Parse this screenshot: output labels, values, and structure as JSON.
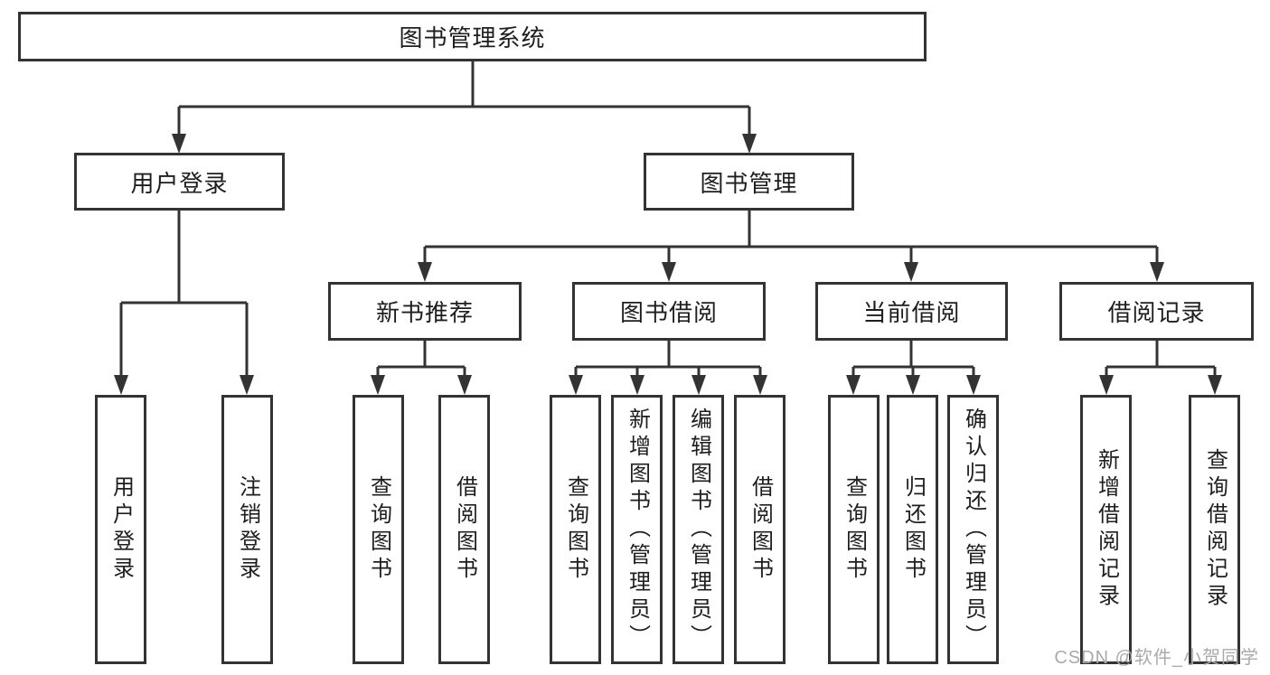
{
  "diagram": {
    "title": "图书管理系统",
    "root": {
      "label": "图书管理系统"
    },
    "level2": [
      {
        "label": "用户登录"
      },
      {
        "label": "图书管理"
      }
    ],
    "level3": [
      {
        "label": "新书推荐",
        "parent": "图书管理"
      },
      {
        "label": "图书借阅",
        "parent": "图书管理"
      },
      {
        "label": "当前借阅",
        "parent": "图书管理"
      },
      {
        "label": "借阅记录",
        "parent": "图书管理"
      }
    ],
    "leaves": [
      {
        "label": "用户登录",
        "parent": "用户登录"
      },
      {
        "label": "注销登录",
        "parent": "用户登录"
      },
      {
        "label": "查询图书",
        "parent": "新书推荐"
      },
      {
        "label": "借阅图书",
        "parent": "新书推荐"
      },
      {
        "label": "查询图书",
        "parent": "图书借阅"
      },
      {
        "label": "新增图书（管理员）",
        "parent": "图书借阅"
      },
      {
        "label": "编辑图书（管理员）",
        "parent": "图书借阅"
      },
      {
        "label": "借阅图书",
        "parent": "图书借阅"
      },
      {
        "label": "查询图书",
        "parent": "当前借阅"
      },
      {
        "label": "归还图书",
        "parent": "当前借阅"
      },
      {
        "label": "确认归还（管理员）",
        "parent": "当前借阅"
      },
      {
        "label": "新增借阅记录",
        "parent": "借阅记录"
      },
      {
        "label": "查询借阅记录",
        "parent": "借阅记录"
      }
    ]
  },
  "watermark": {
    "text": "CSDN @软件_小贺同学"
  },
  "colors": {
    "line": "#333333",
    "box_border": "#333333",
    "text": "#1e1e1e",
    "watermark": "#aaaaaa",
    "background": "#ffffff"
  }
}
